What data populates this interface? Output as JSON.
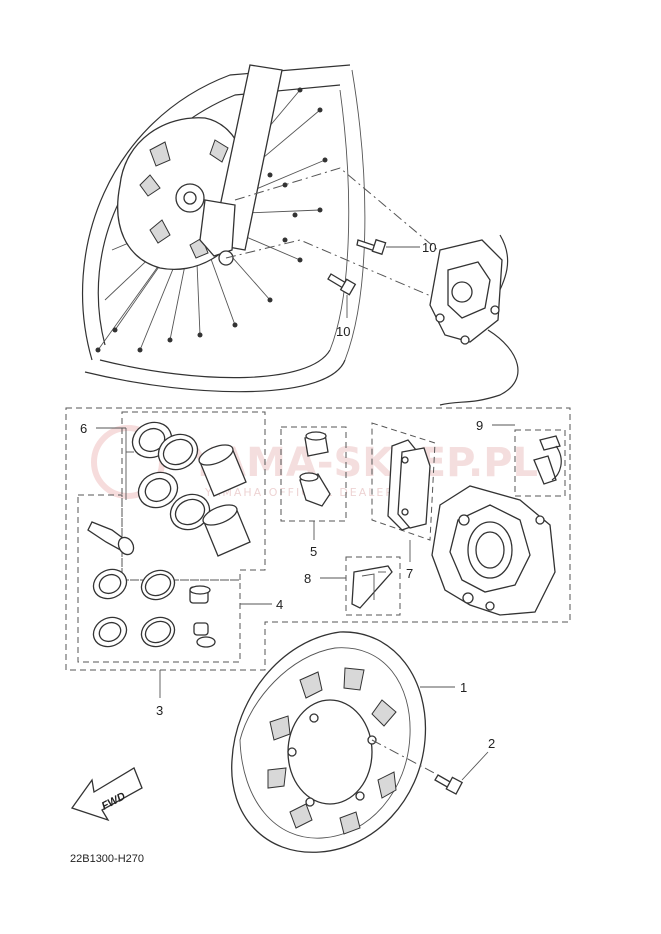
{
  "diagram_code": "22B1300-H270",
  "fwd_label": "FWD",
  "watermark": {
    "main": "YAMA-SKLEP.PL",
    "sub": "YAMAHA OFFICIAL DEALER"
  },
  "callouts": [
    {
      "id": "c1",
      "label": "1"
    },
    {
      "id": "c2",
      "label": "2"
    },
    {
      "id": "c3",
      "label": "3"
    },
    {
      "id": "c4",
      "label": "4"
    },
    {
      "id": "c5",
      "label": "5"
    },
    {
      "id": "c6",
      "label": "6"
    },
    {
      "id": "c7",
      "label": "7"
    },
    {
      "id": "c8",
      "label": "8"
    },
    {
      "id": "c9",
      "label": "9"
    },
    {
      "id": "c10a",
      "label": "10"
    },
    {
      "id": "c10b",
      "label": "10"
    }
  ]
}
